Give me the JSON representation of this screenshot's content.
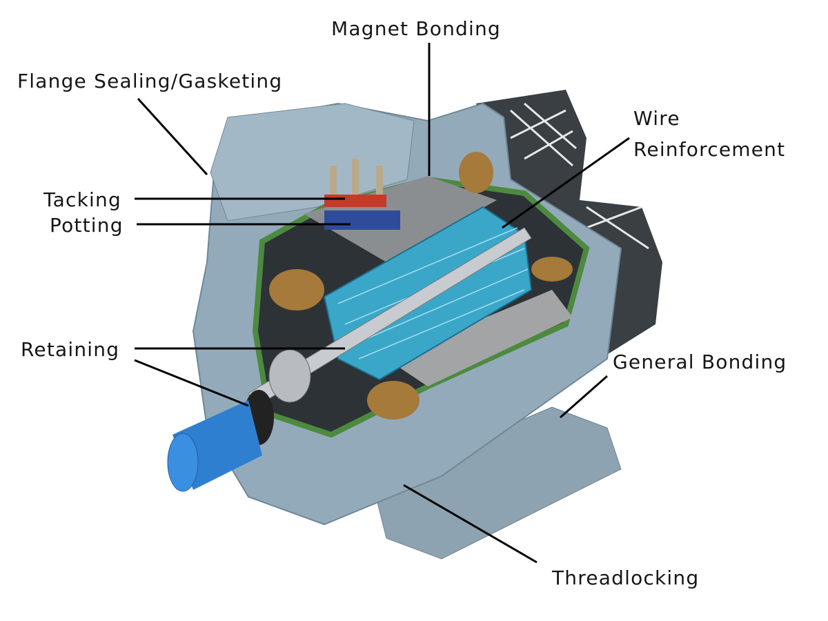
{
  "labels": {
    "magnet_bonding": "Magnet Bonding",
    "flange_sealing": "Flange Sealing/Gasketing",
    "wire_reinforcement_1": "Wire",
    "wire_reinforcement_2": "Reinforcement",
    "tacking": "Tacking",
    "potting": "Potting",
    "retaining": "Retaining",
    "general_bonding": "General Bonding",
    "threadlocking": "Threadlocking"
  },
  "colors": {
    "housing": "#8fa6b6",
    "rotor": "#3aa7c9",
    "shaft": "#2f7fd0",
    "green_seal": "#4d8a3e"
  }
}
